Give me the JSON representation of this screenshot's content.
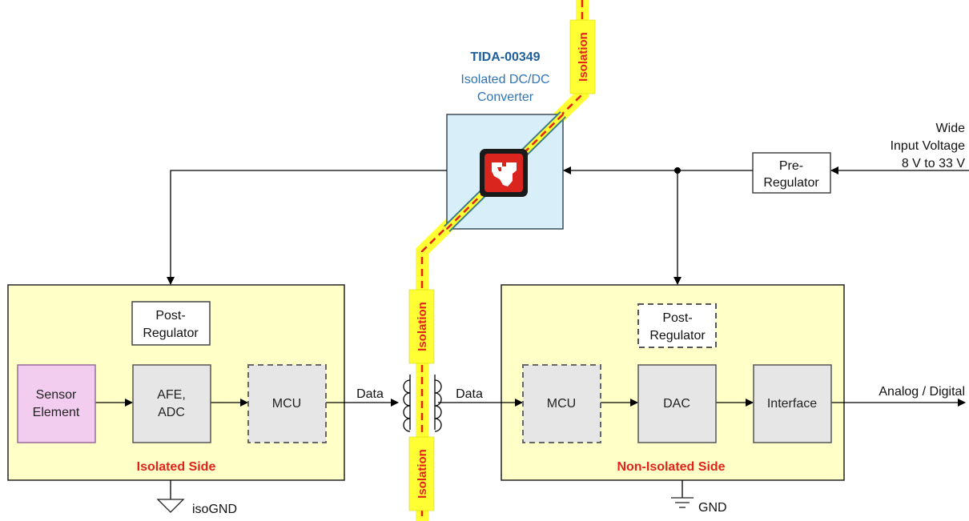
{
  "converter": {
    "title": "TIDA-00349",
    "subtitle_line1": "Isolated DC/DC",
    "subtitle_line2": "Converter",
    "logo_icon": "ti-logo-icon"
  },
  "input": {
    "line1": "Wide",
    "line2": "Input Voltage",
    "line3": "8 V to 33 V"
  },
  "pre_regulator": {
    "line1": "Pre-",
    "line2": "Regulator"
  },
  "isolated": {
    "post_regulator": {
      "line1": "Post-",
      "line2": "Regulator"
    },
    "sensor": {
      "line1": "Sensor",
      "line2": "Element"
    },
    "afe": {
      "line1": "AFE,",
      "line2": "ADC"
    },
    "mcu": "MCU",
    "side_label": "Isolated Side",
    "ground": "isoGND"
  },
  "non_isolated": {
    "post_regulator": {
      "line1": "Post-",
      "line2": "Regulator"
    },
    "mcu": "MCU",
    "dac": "DAC",
    "interface": "Interface",
    "side_label": "Non-Isolated Side",
    "ground": "GND",
    "output": "Analog / Digital"
  },
  "data_left": "Data",
  "data_right": "Data",
  "isolation_label": "Isolation",
  "colors": {
    "panel_fill": "#ffffc8",
    "block_fill": "#e6e6e6",
    "sensor_fill": "#f2cdef",
    "converter_fill": "#d8eef8",
    "barrier_yellow": "#ffff33",
    "barrier_red": "#e3231b",
    "accent_blue": "#1f5f9b"
  }
}
